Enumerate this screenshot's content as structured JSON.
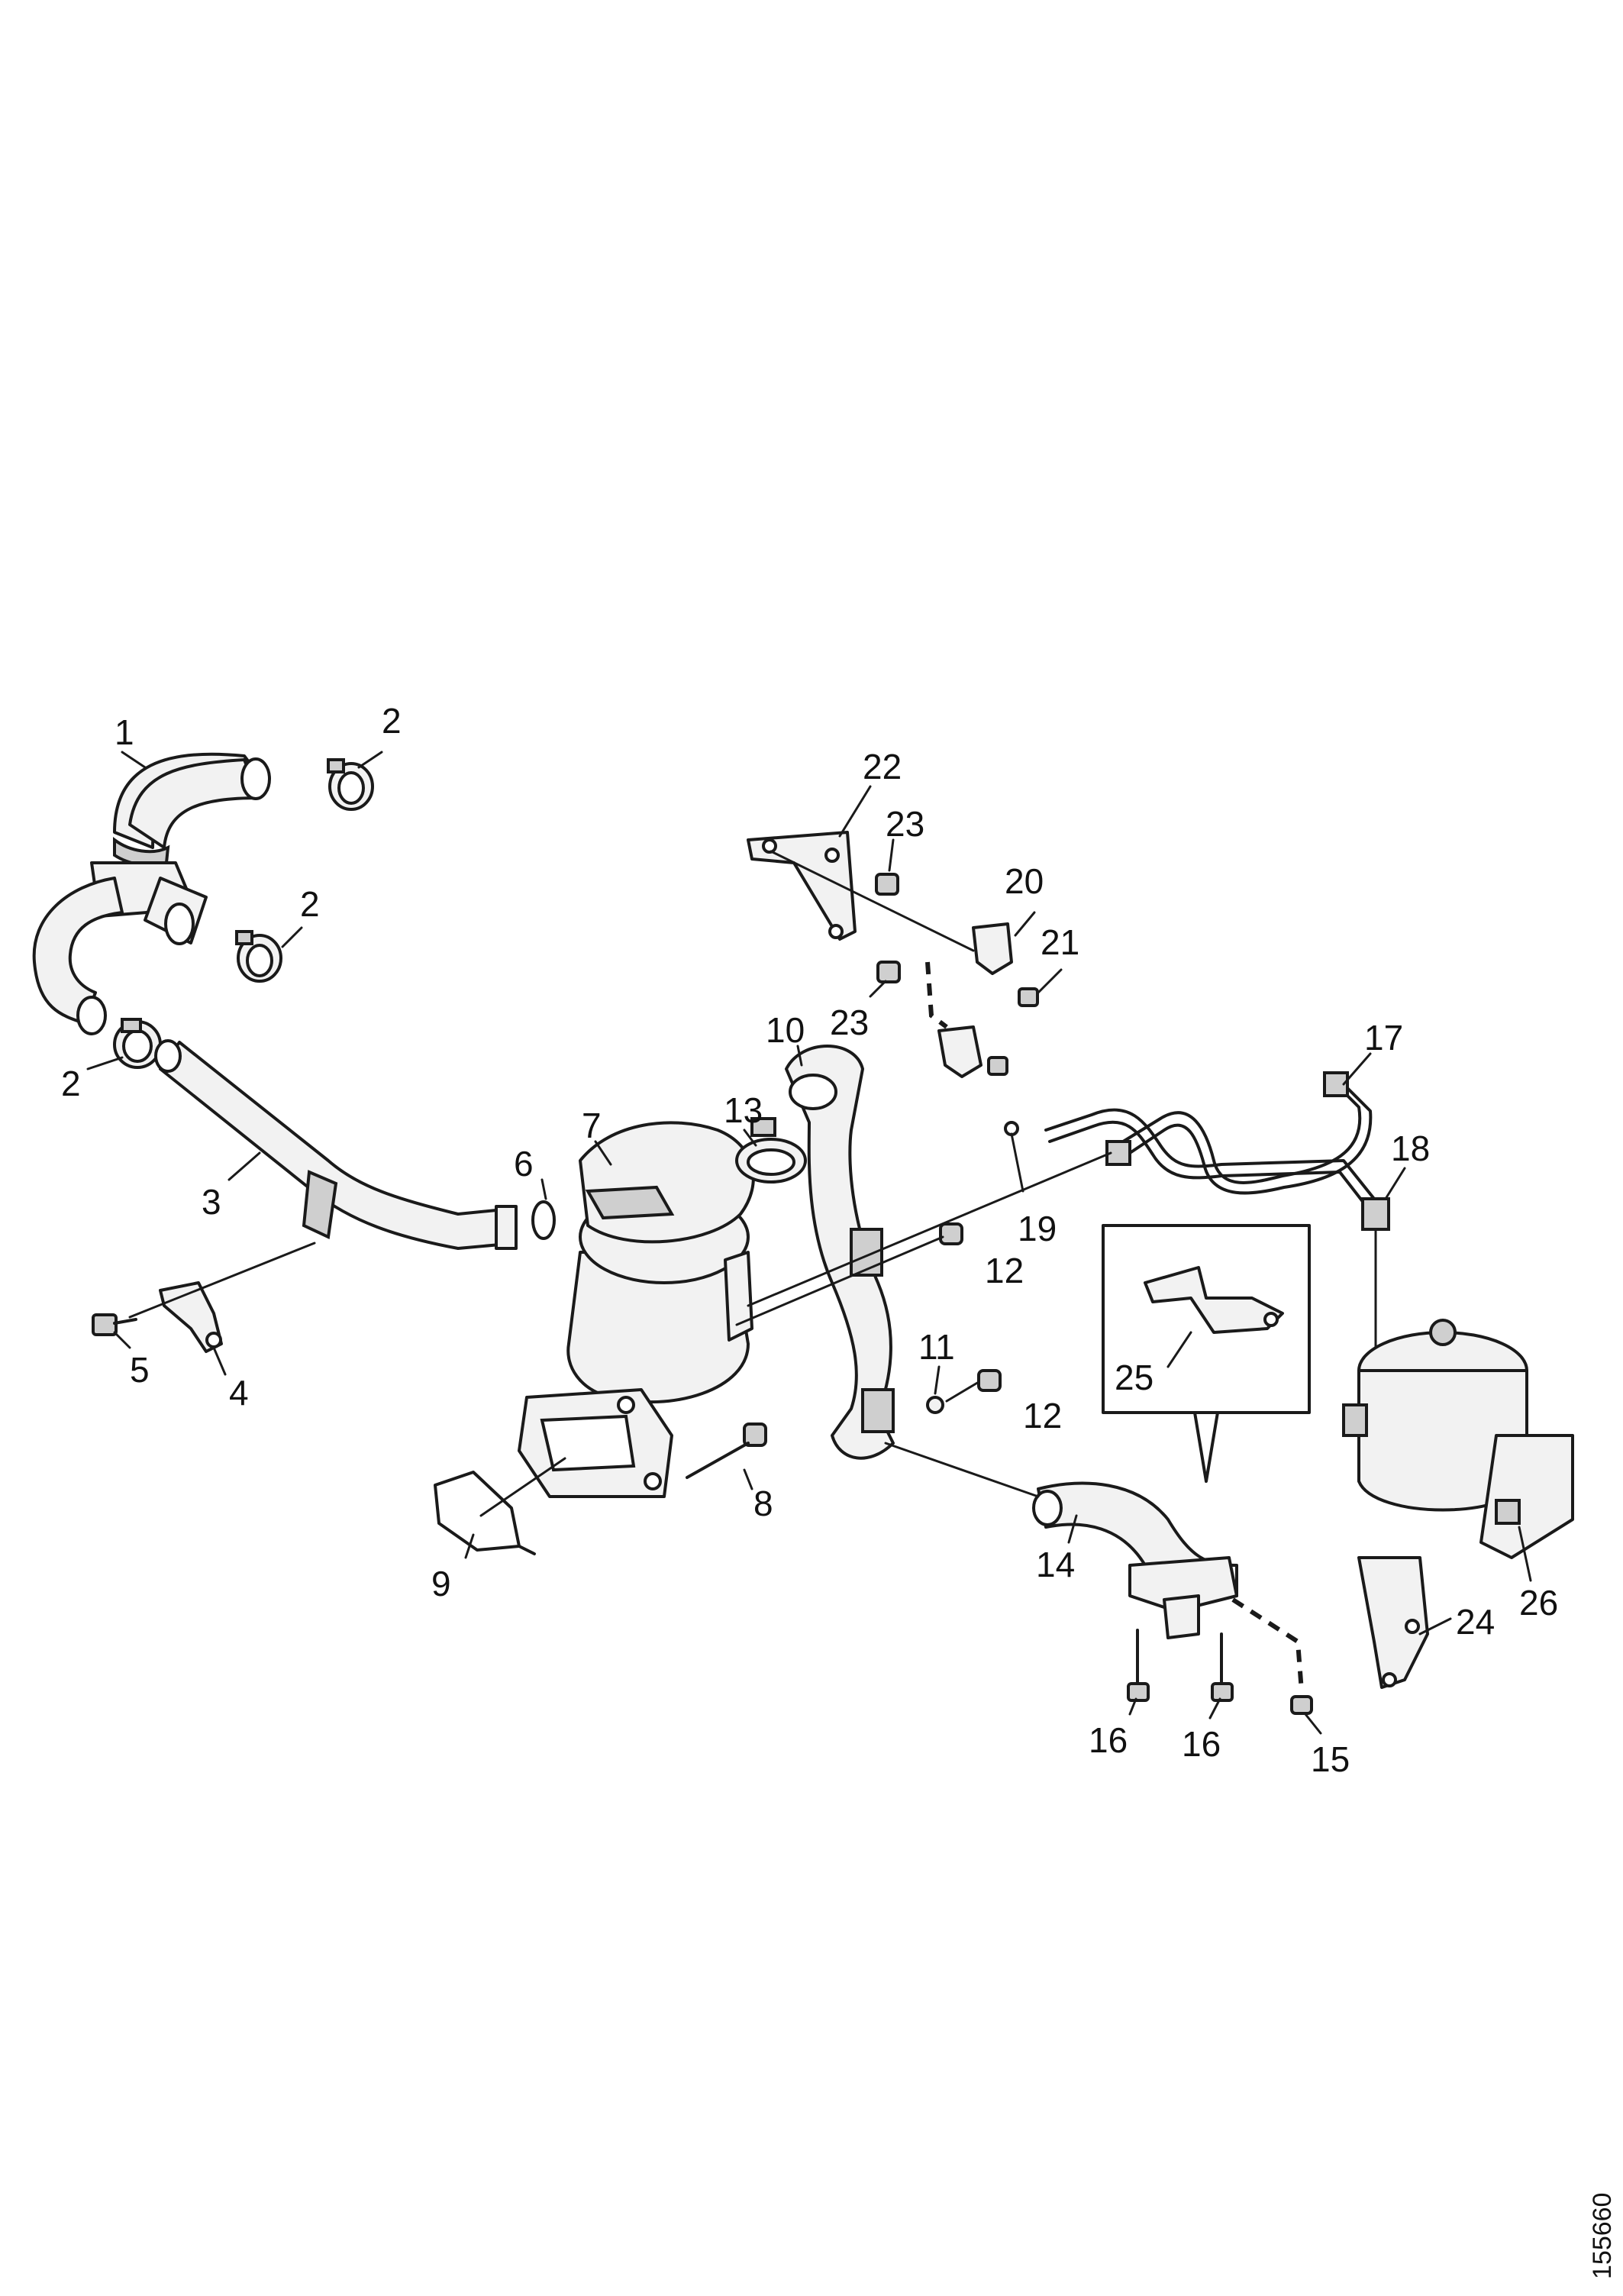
{
  "labels": {
    "p1": "1",
    "p2a": "2",
    "p2b": "2",
    "p2c": "2",
    "p3": "3",
    "p4": "4",
    "p5": "5",
    "p6": "6",
    "p7": "7",
    "p8": "8",
    "p9": "9",
    "p10": "10",
    "p11": "11",
    "p12a": "12",
    "p12b": "12",
    "p13": "13",
    "p14": "14",
    "p15": "15",
    "p16a": "16",
    "p16b": "16",
    "p17": "17",
    "p18": "18",
    "p19": "19",
    "p20": "20",
    "p21": "21",
    "p22": "22",
    "p23a": "23",
    "p23b": "23",
    "p24": "24",
    "p25": "25",
    "p26": "26"
  },
  "reference_number": "155660"
}
